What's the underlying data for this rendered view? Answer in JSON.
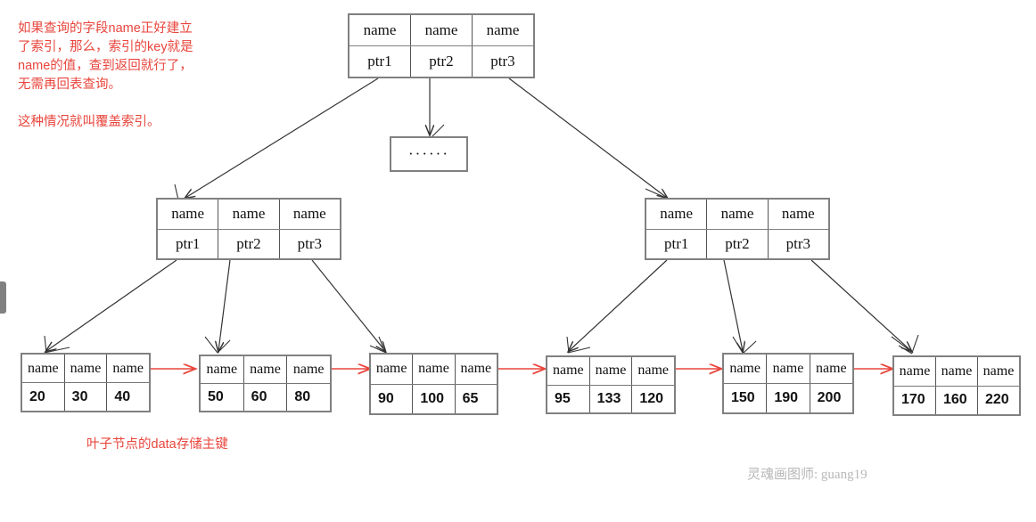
{
  "annotations": {
    "note_red": "如果查询的字段name正好建立\n了索引，那么，索引的key就是\nname的值，查到返回就行了，\n无需再回表查询。\n\n这种情况就叫覆盖索引。",
    "leaf_caption": "叶子节点的data存储主键",
    "signature": "灵魂画图师: guang19"
  },
  "colors": {
    "note": "#e8453c",
    "box_border": "#808080",
    "link_arrow": "#e8453c",
    "tree_edge": "#333333",
    "signature": "#b7b7b7"
  },
  "tree": {
    "root": {
      "label": "root-node",
      "keys": [
        "name",
        "name",
        "name"
      ],
      "pointers": [
        "ptr1",
        "ptr2",
        "ptr3"
      ]
    },
    "ellipsis_node": {
      "label": "ellipsis-node",
      "text": "······"
    },
    "internal_nodes": [
      {
        "label": "internal-node-left",
        "keys": [
          "name",
          "name",
          "name"
        ],
        "pointers": [
          "ptr1",
          "ptr2",
          "ptr3"
        ]
      },
      {
        "label": "internal-node-right",
        "keys": [
          "name",
          "name",
          "name"
        ],
        "pointers": [
          "ptr1",
          "ptr2",
          "ptr3"
        ]
      }
    ],
    "leaf_nodes": [
      {
        "label": "leaf-node-1",
        "keys": [
          "name",
          "name",
          "name"
        ],
        "values": [
          "20",
          "30",
          "40"
        ]
      },
      {
        "label": "leaf-node-2",
        "keys": [
          "name",
          "name",
          "name"
        ],
        "values": [
          "50",
          "60",
          "80"
        ]
      },
      {
        "label": "leaf-node-3",
        "keys": [
          "name",
          "name",
          "name"
        ],
        "values": [
          "90",
          "100",
          "65"
        ]
      },
      {
        "label": "leaf-node-4",
        "keys": [
          "name",
          "name",
          "name"
        ],
        "values": [
          "95",
          "133",
          "120"
        ]
      },
      {
        "label": "leaf-node-5",
        "keys": [
          "name",
          "name",
          "name"
        ],
        "values": [
          "150",
          "190",
          "200"
        ]
      },
      {
        "label": "leaf-node-6",
        "keys": [
          "name",
          "name",
          "name"
        ],
        "values": [
          "170",
          "160",
          "220"
        ]
      }
    ]
  }
}
